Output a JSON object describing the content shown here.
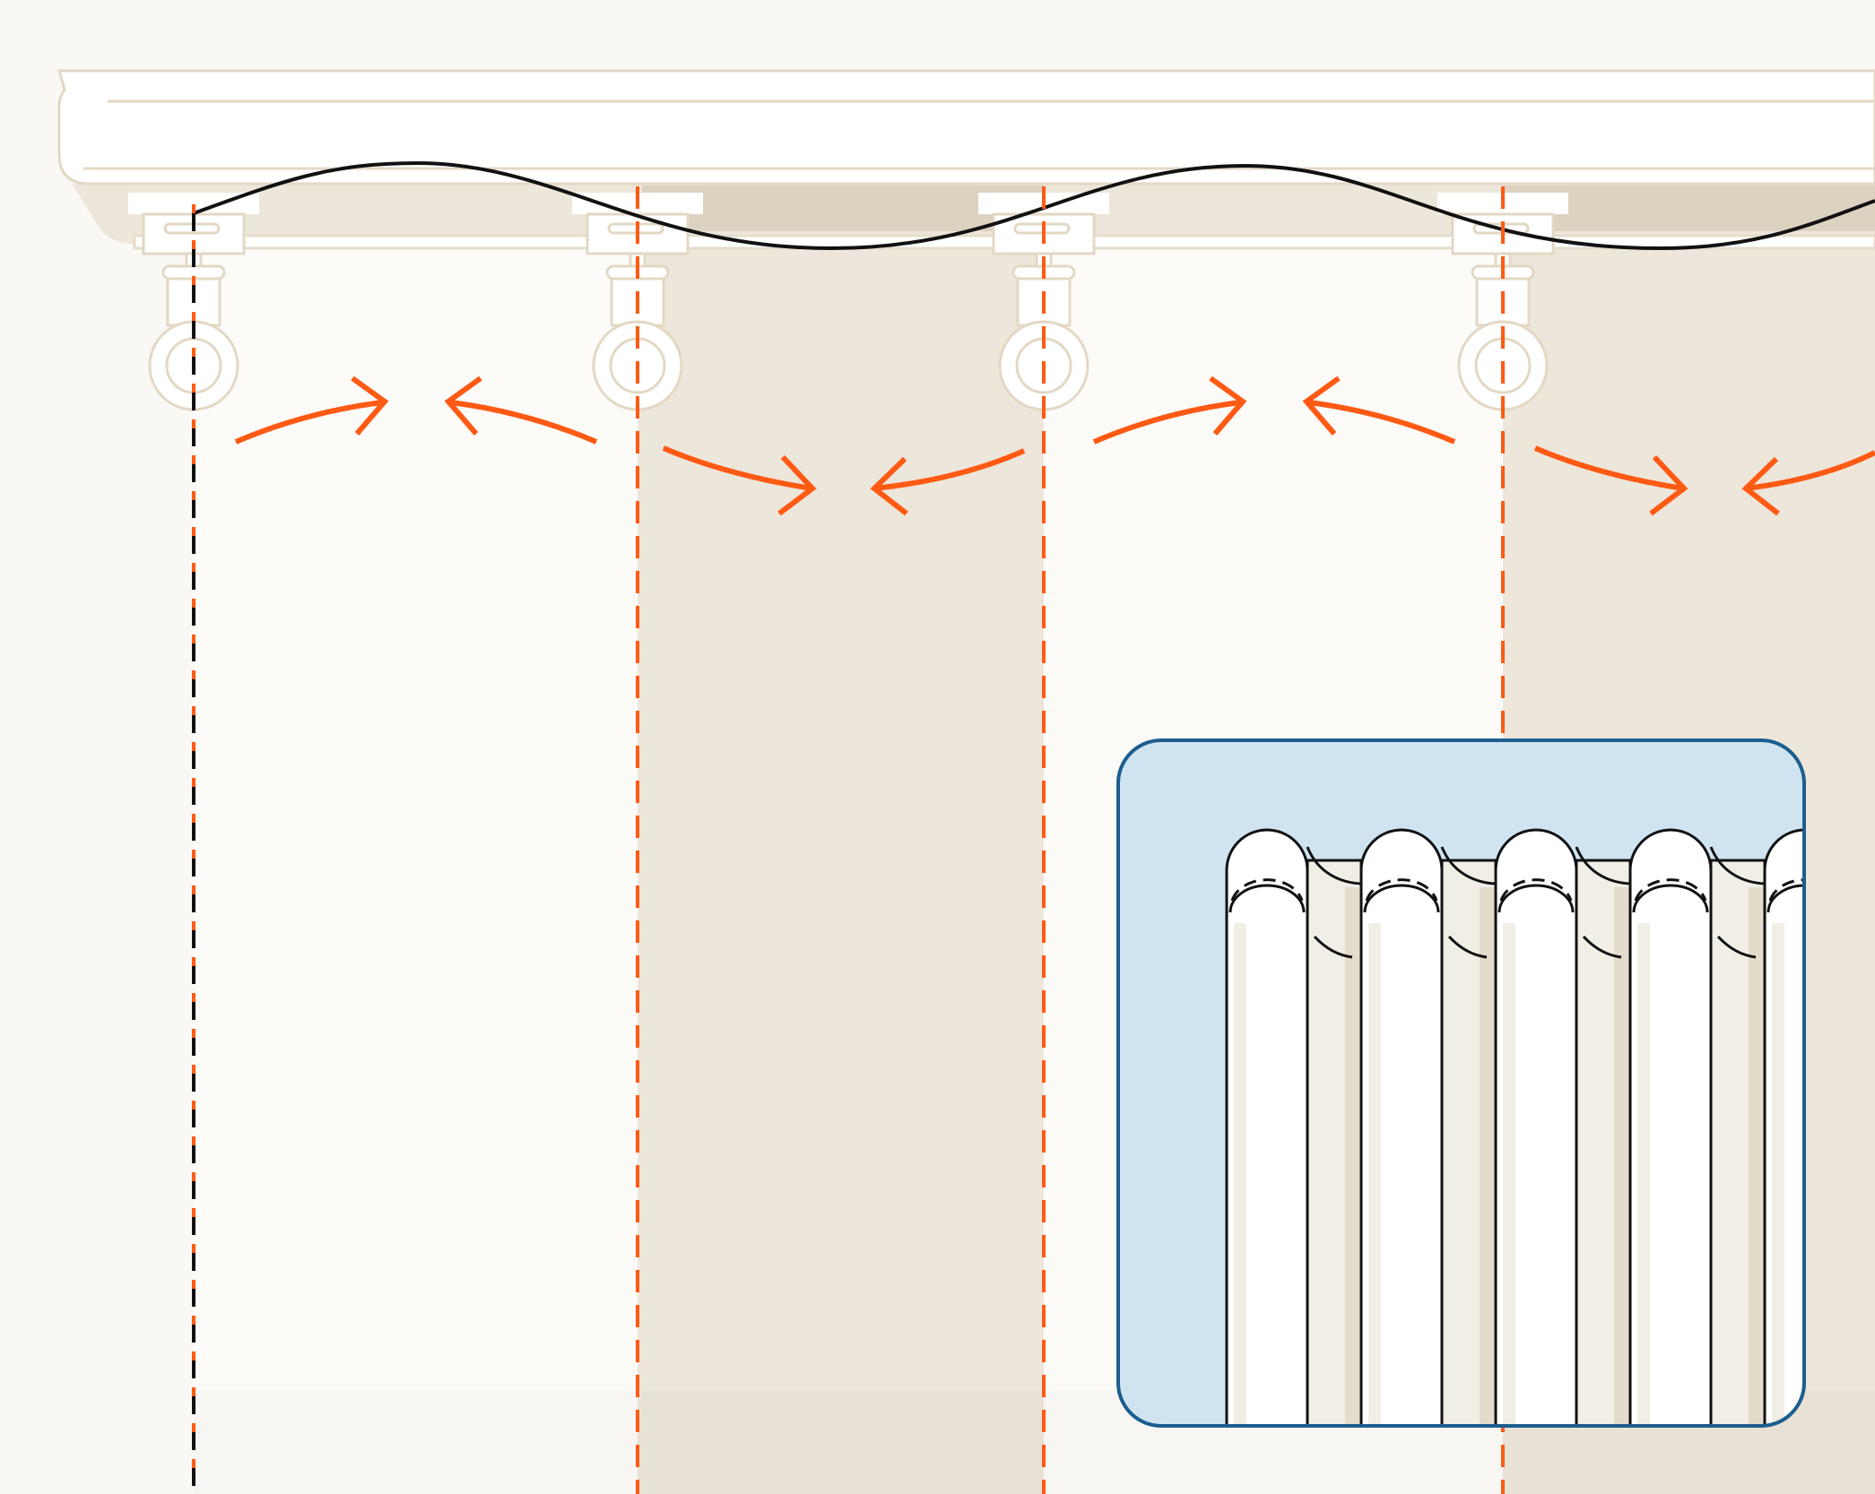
{
  "diagram": {
    "texts": [],
    "colors": {
      "background": "#f9f8f4",
      "track_white": "#ffffff",
      "track_outline": "#e3d8c4",
      "track_shadow": "#dcd2c0",
      "panel_light": "#fcfbf8",
      "panel_beige": "#ede6da",
      "guide_orange": "#ff5a14",
      "cord_black": "#111111",
      "inset_bg": "#cfe4f0",
      "inset_border": "#1c5d8f",
      "pleat_white": "#ffffff",
      "pleat_fold": "#f1eee6",
      "pleat_shade": "#e4dccb"
    },
    "icons": [
      "curtain-track-icon",
      "glider-carrier-icon",
      "pull-cord-icon",
      "gather-arrow-icon",
      "pleated-curtain-inset-icon"
    ],
    "panel_count": 5,
    "carrier_count": 4,
    "inset": "wave-fold-curtain-closeup"
  }
}
